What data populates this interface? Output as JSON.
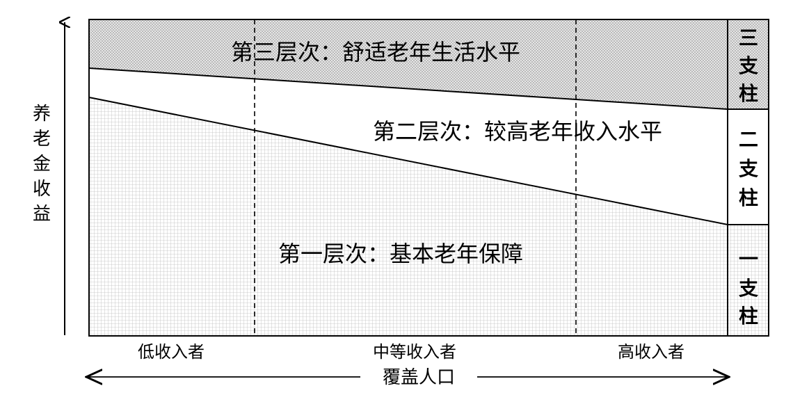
{
  "diagram": {
    "y_axis_label": [
      "养",
      "老",
      "金",
      "收",
      "益"
    ],
    "x_axis_label": "覆盖人口",
    "population_groups": [
      "低收入者",
      "中等收入者",
      "高收入者"
    ],
    "tiers": [
      {
        "label": "第三层次：舒适老年生活水平"
      },
      {
        "label": "第二层次：较高老年收入水平"
      },
      {
        "label": "第一层次：基本老年保障"
      }
    ],
    "pillars": [
      {
        "chars": [
          "三",
          "支",
          "柱"
        ]
      },
      {
        "chars": [
          "二",
          "支",
          "柱"
        ]
      },
      {
        "chars": [
          "一",
          "支",
          "柱"
        ]
      }
    ]
  }
}
